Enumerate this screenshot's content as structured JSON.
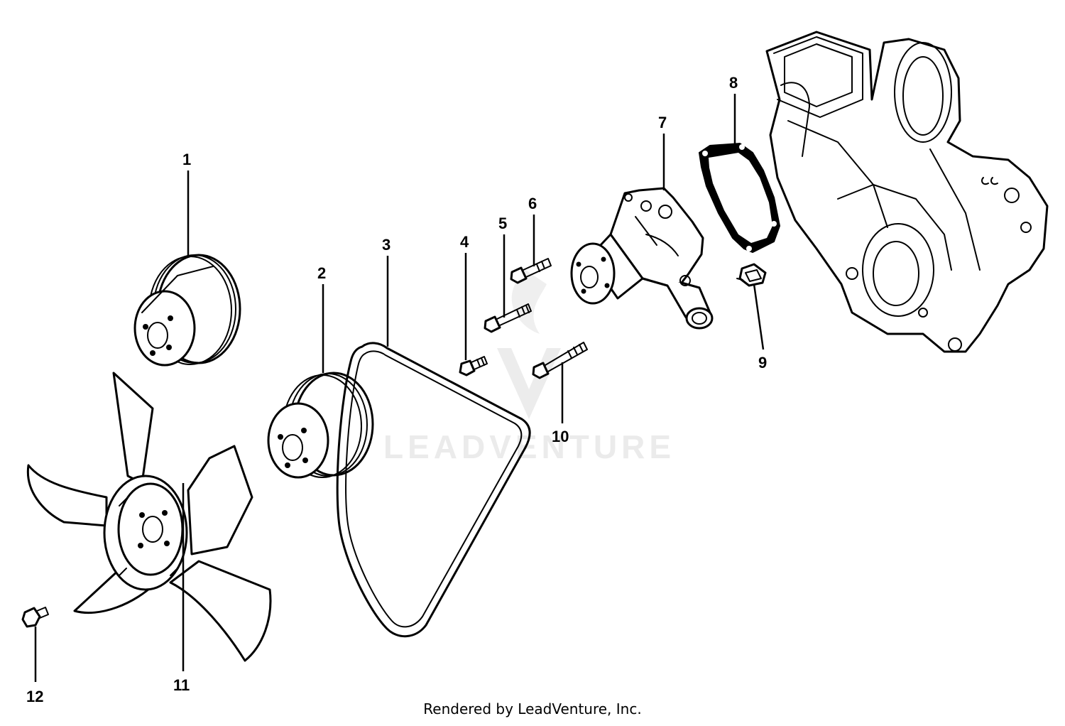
{
  "diagram": {
    "watermark": "LEADVENTURE",
    "callouts": [
      "1",
      "2",
      "3",
      "4",
      "5",
      "6",
      "7",
      "8",
      "9",
      "10",
      "11",
      "12"
    ]
  },
  "footer": {
    "text": "Rendered by LeadVenture, Inc."
  }
}
